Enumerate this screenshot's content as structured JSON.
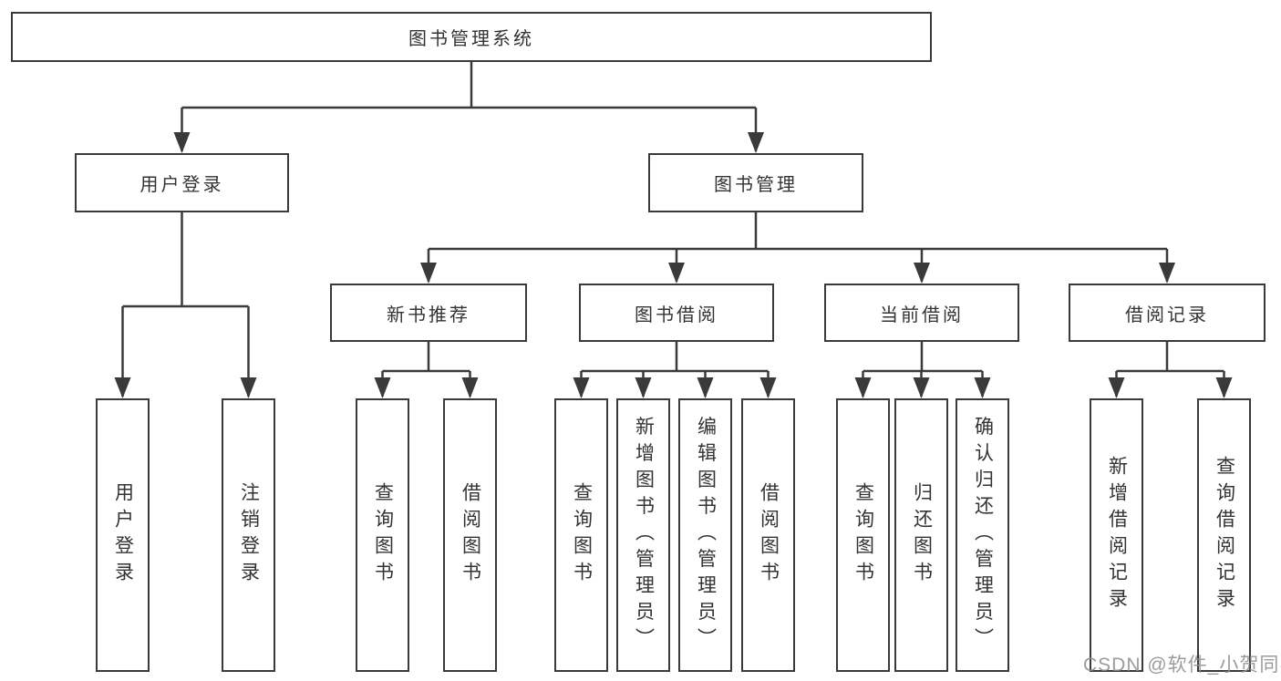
{
  "colors": {
    "line": "#3a3a3a",
    "text": "#333333",
    "background": "#ffffff",
    "watermark": "#8e8e8e"
  },
  "tree": {
    "root": "图书管理系统",
    "children": [
      {
        "label": "用户登录",
        "children": [
          {
            "label": "用户登录"
          },
          {
            "label": "注销登录"
          }
        ]
      },
      {
        "label": "图书管理",
        "children": [
          {
            "label": "新书推荐",
            "children": [
              {
                "label": "查询图书"
              },
              {
                "label": "借阅图书"
              }
            ]
          },
          {
            "label": "图书借阅",
            "children": [
              {
                "label": "查询图书"
              },
              {
                "label": "新增图书（管理员）"
              },
              {
                "label": "编辑图书（管理员）"
              },
              {
                "label": "借阅图书"
              }
            ]
          },
          {
            "label": "当前借阅",
            "children": [
              {
                "label": "查询图书"
              },
              {
                "label": "归还图书"
              },
              {
                "label": "确认归还（管理员）"
              }
            ]
          },
          {
            "label": "借阅记录",
            "children": [
              {
                "label": "新增借阅记录"
              },
              {
                "label": "查询借阅记录"
              }
            ]
          }
        ]
      }
    ]
  },
  "watermark": {
    "text": "CSDN @软件_小贺同学"
  }
}
